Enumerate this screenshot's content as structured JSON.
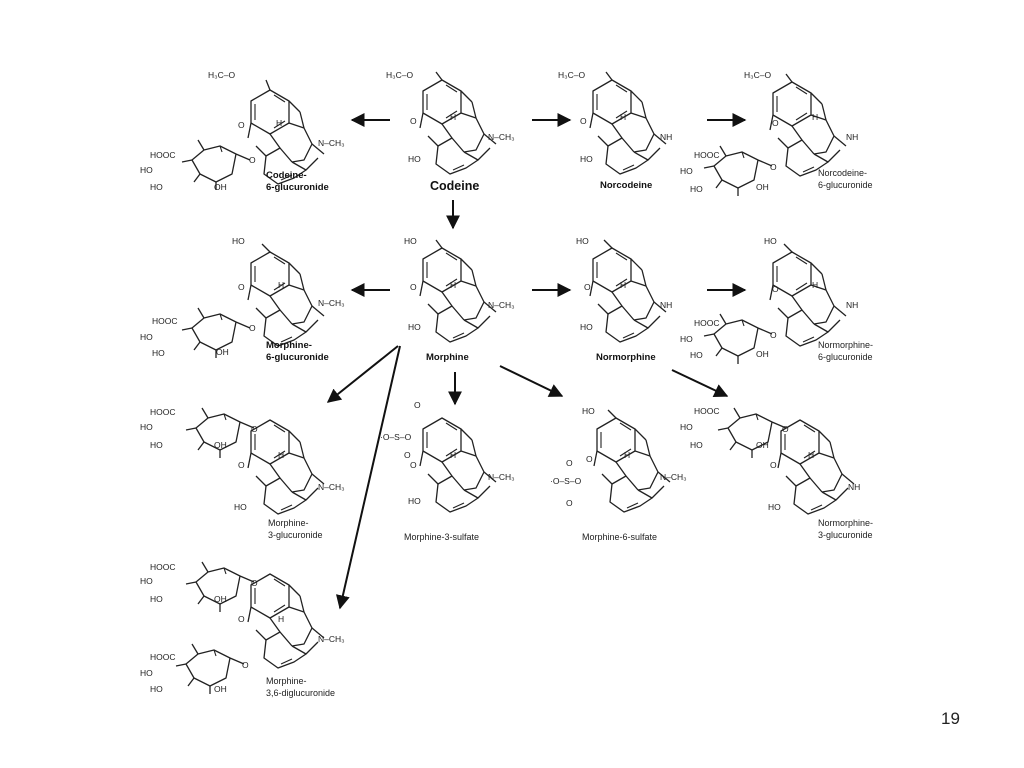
{
  "page_number": "19",
  "compounds": {
    "codeine_6g": {
      "name": [
        "Codeine-",
        "6-glucuronide"
      ],
      "atoms": {
        "top": "H₃C–O",
        "n": "N–CH₃",
        "sugar_cooh": "HOOC",
        "sugar_ho1": "HO",
        "sugar_ho2": "HO",
        "sugar_oh": "OH",
        "link_o": "O",
        "ring_o": "O",
        "h": "H"
      }
    },
    "codeine": {
      "name": [
        "Codeine"
      ],
      "atoms": {
        "top": "H₃C–O",
        "n": "N–CH₃",
        "ho": "HO",
        "ring_o": "O",
        "h": "H"
      }
    },
    "norcodeine": {
      "name": [
        "Norcodeine"
      ],
      "atoms": {
        "top": "H₃C–O",
        "n": "NH",
        "ho": "HO",
        "ring_o": "O",
        "h": "H"
      }
    },
    "norcodeine_6g": {
      "name": [
        "Norcodeine-",
        "6-glucuronide"
      ],
      "atoms": {
        "top": "H₃C–O",
        "n": "NH",
        "sugar_cooh": "HOOC",
        "sugar_ho1": "HO",
        "sugar_ho2": "HO",
        "sugar_oh": "OH",
        "link_o": "O",
        "ring_o": "O",
        "h": "H"
      }
    },
    "morphine_6g": {
      "name": [
        "Morphine-",
        "6-glucuronide"
      ],
      "atoms": {
        "top": "HO",
        "n": "N–CH₃",
        "sugar_cooh": "HOOC",
        "sugar_ho1": "HO",
        "sugar_ho2": "HO",
        "sugar_oh": "OH",
        "link_o": "O",
        "ring_o": "O",
        "h": "H"
      }
    },
    "morphine": {
      "name": [
        "Morphine"
      ],
      "atoms": {
        "top": "HO",
        "n": "N–CH₃",
        "ho": "HO",
        "ring_o": "O",
        "h": "H"
      }
    },
    "normorphine": {
      "name": [
        "Normorphine"
      ],
      "atoms": {
        "top": "HO",
        "n": "NH",
        "ho": "HO",
        "ring_o": "O",
        "h": "H"
      }
    },
    "normorphine_6g": {
      "name": [
        "Normorphine-",
        "6-glucuronide"
      ],
      "atoms": {
        "top": "HO",
        "n": "NH",
        "sugar_cooh": "HOOC",
        "sugar_ho1": "HO",
        "sugar_ho2": "HO",
        "sugar_oh": "OH",
        "link_o": "O",
        "ring_o": "O",
        "h": "H"
      }
    },
    "morphine_3g": {
      "name": [
        "Morphine-",
        "3-glucuronide"
      ],
      "atoms": {
        "n": "N–CH₃",
        "ho": "HO",
        "sugar_cooh": "HOOC",
        "sugar_ho1": "HO",
        "sugar_ho2": "HO",
        "sugar_oh": "OH",
        "link_o": "O",
        "ring_o": "O",
        "h": "H"
      }
    },
    "morphine_3s": {
      "name": [
        "Morphine-3-sulfate"
      ],
      "atoms": {
        "sulfate": "·O–S–O",
        "so": "O",
        "so2": "O",
        "n": "N–CH₃",
        "ho": "HO",
        "ring_o": "O",
        "h": "H"
      }
    },
    "morphine_6s": {
      "name": [
        "Morphine-6-sulfate"
      ],
      "atoms": {
        "top": "HO",
        "sulfate": "·O–S–O",
        "so": "O",
        "so2": "O",
        "n": "N–CH₃",
        "ring_o": "O",
        "h": "H"
      }
    },
    "normorphine_3g": {
      "name": [
        "Normorphine-",
        "3-glucuronide"
      ],
      "atoms": {
        "n": "NH",
        "ho": "HO",
        "sugar_cooh": "HOOC",
        "sugar_ho1": "HO",
        "sugar_ho2": "HO",
        "sugar_oh": "OH",
        "link_o": "O",
        "ring_o": "O",
        "h": "H"
      }
    },
    "morphine_36g": {
      "name": [
        "Morphine-",
        "3,6-diglucuronide"
      ],
      "atoms": {
        "n": "N–CH₃",
        "sugar_cooh": "HOOC",
        "sugar_ho1": "HO",
        "sugar_ho2": "HO",
        "sugar_oh": "OH",
        "sugar2_cooh": "HOOC",
        "sugar2_ho1": "HO",
        "sugar2_ho2": "HO",
        "sugar2_oh": "OH",
        "link_o": "O",
        "link2_o": "O",
        "ring_o": "O",
        "h": "H"
      }
    }
  }
}
